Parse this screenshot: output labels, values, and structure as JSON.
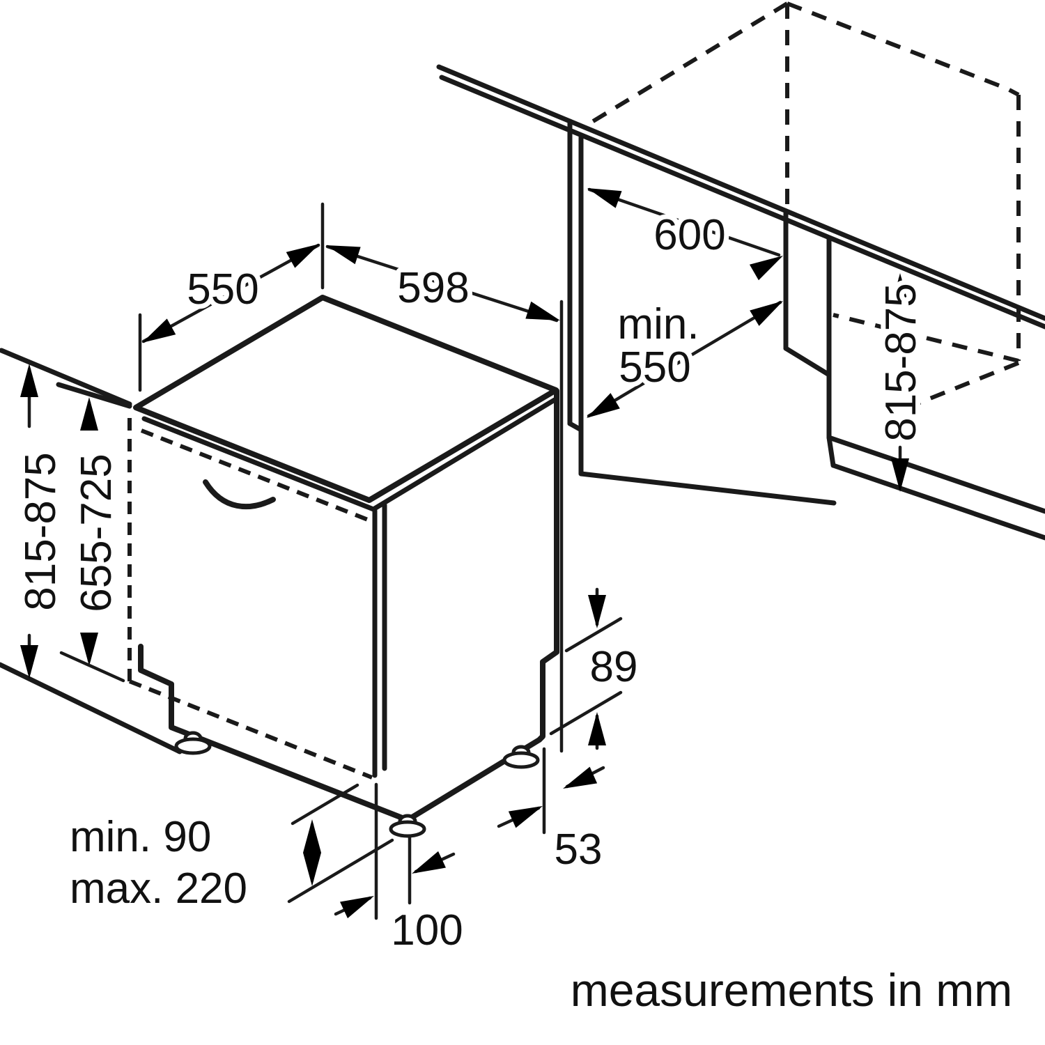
{
  "diagram_title": "built-in dishwasher installation diagram",
  "footer": {
    "text": "measurements in mm"
  },
  "labels": {
    "depth_top": "550",
    "width_top": "598",
    "worktop_depth": "600",
    "niche_depth_min_l1": "min.",
    "niche_depth_min_l2": "550",
    "appliance_height": "815-875",
    "door_height": "655-725",
    "plinth_min": "min. 90",
    "plinth_max": "max. 220",
    "foot_inset": "100",
    "rear_foot_offset": "53",
    "rear_notch": "89",
    "niche_height": "815-875"
  },
  "colors": {
    "line": "#1a1a1a",
    "background": "#ffffff"
  }
}
